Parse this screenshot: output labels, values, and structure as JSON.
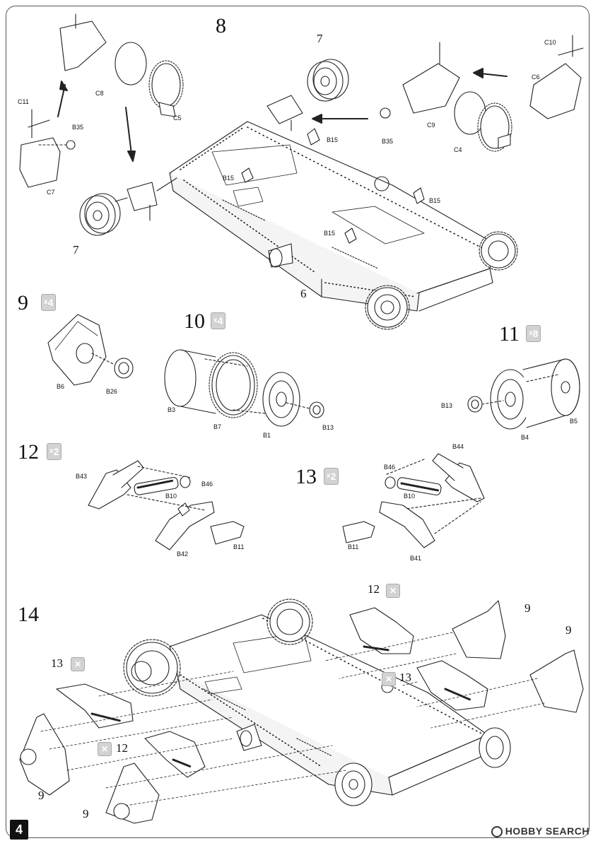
{
  "page_number": "4",
  "watermark": "HOBBY SEARCH",
  "steps": [
    {
      "id": "8",
      "label": "8",
      "qty": ""
    },
    {
      "id": "9",
      "label": "9",
      "qty": "4"
    },
    {
      "id": "10",
      "label": "10",
      "qty": "4"
    },
    {
      "id": "11",
      "label": "11",
      "qty": "8"
    },
    {
      "id": "12",
      "label": "12",
      "qty": "2"
    },
    {
      "id": "13",
      "label": "13",
      "qty": "2"
    },
    {
      "id": "14",
      "label": "14",
      "qty": ""
    }
  ],
  "qty_prefix": "x",
  "part_labels": {
    "C11": "C11",
    "B35": "B35",
    "C7": "C7",
    "C8": "C8",
    "C5": "C5",
    "C10": "C10",
    "C6": "C6",
    "C9": "C9",
    "C4": "C4",
    "B15": "B15",
    "B6": "B6",
    "B26": "B26",
    "B3": "B3",
    "B7": "B7",
    "B1": "B1",
    "B13": "B13",
    "B4": "B4",
    "B5": "B5",
    "B43": "B43",
    "B46": "B46",
    "B10": "B10",
    "B42": "B42",
    "B11": "B11",
    "B44": "B44",
    "B41": "B41"
  },
  "sub_numbers": {
    "seven": "7",
    "six": "6",
    "nine": "9",
    "twelve": "12",
    "thirteen": "13"
  }
}
